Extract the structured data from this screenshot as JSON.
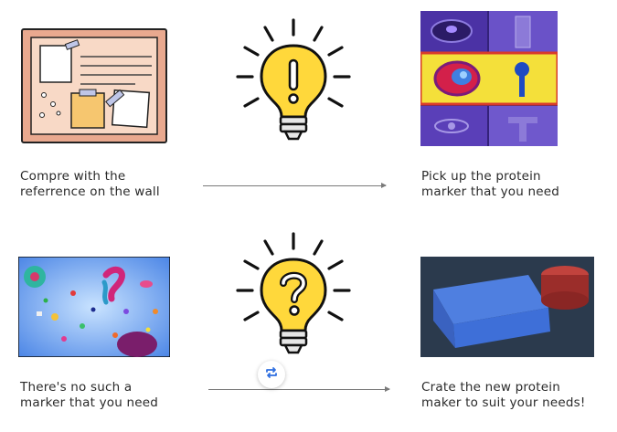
{
  "steps": [
    {
      "caption_line1": "Compre with the",
      "caption_line2": "referrence on the wall",
      "image": "corkboard-illustration"
    },
    {
      "caption_line1": "Pick up the protein",
      "caption_line2": "marker that you need",
      "image": "protein-marker-grid"
    },
    {
      "caption_line1": "There's no such a",
      "caption_line2": "marker that you need",
      "image": "floating-proteins-scene"
    },
    {
      "caption_line1": "Crate the new protein",
      "caption_line2": "maker to suit your needs!",
      "image": "3d-blocks-scene"
    }
  ],
  "bulbs": [
    {
      "symbol": "!",
      "icon": "lightbulb-exclamation-icon"
    },
    {
      "symbol": "?",
      "icon": "lightbulb-question-icon"
    }
  ],
  "controls": {
    "loop_icon": "repeat-icon"
  },
  "colors": {
    "bulb_yellow": "#FFD83B",
    "outline": "#111111",
    "arrow": "#7a7a7a",
    "selection_yellow": "#F4E03A",
    "grid_purple": "#3D2A8C",
    "scene_blue": "#3E6FD8",
    "scene_red": "#B8312F"
  }
}
